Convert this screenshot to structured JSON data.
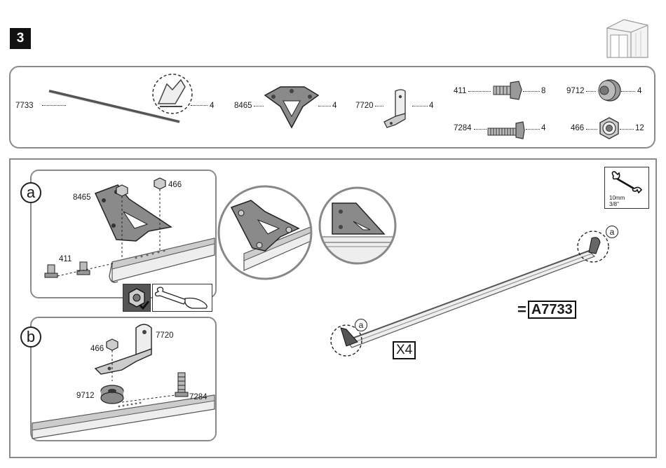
{
  "step": {
    "number": "3"
  },
  "icons": {
    "shed": "shed-icon",
    "wrench": "wrench-icon"
  },
  "parts": {
    "p7733": {
      "code": "7733",
      "qty": "4"
    },
    "p8465": {
      "code": "8465",
      "qty": "4"
    },
    "p7720": {
      "code": "7720",
      "qty": "4"
    },
    "p411": {
      "code": "411",
      "qty": "8"
    },
    "p7284": {
      "code": "7284",
      "qty": "4"
    },
    "p9712": {
      "code": "9712",
      "qty": "4"
    },
    "p466": {
      "code": "466",
      "qty": "12"
    }
  },
  "detail_a": {
    "label": "a",
    "bracket": "8465",
    "nut": "466",
    "bolt": "411"
  },
  "detail_b": {
    "label": "b",
    "hinge": "7720",
    "nut": "466",
    "washer": "9712",
    "bolt": "7284"
  },
  "tool": {
    "size_mm": "10mm",
    "size_in": "3/8\""
  },
  "result": {
    "code": "A7733",
    "prefix": "=",
    "multiplier": "X4",
    "marker": "a"
  }
}
